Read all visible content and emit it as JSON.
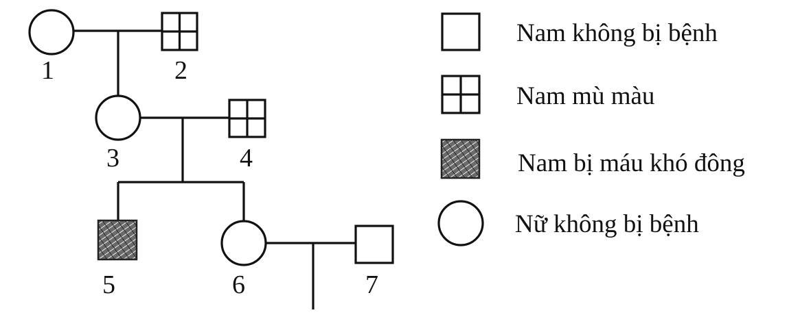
{
  "pedigree": {
    "individuals": [
      {
        "id": "1",
        "label": "1",
        "sex": "female",
        "status": "unaffected"
      },
      {
        "id": "2",
        "label": "2",
        "sex": "male",
        "status": "color-blind"
      },
      {
        "id": "3",
        "label": "3",
        "sex": "female",
        "status": "unaffected"
      },
      {
        "id": "4",
        "label": "4",
        "sex": "male",
        "status": "color-blind"
      },
      {
        "id": "5",
        "label": "5",
        "sex": "male",
        "status": "hemophilia"
      },
      {
        "id": "6",
        "label": "6",
        "sex": "female",
        "status": "unaffected"
      },
      {
        "id": "7",
        "label": "7",
        "sex": "male",
        "status": "unaffected"
      }
    ],
    "couples": [
      {
        "partners": [
          "1",
          "2"
        ],
        "children": [
          "3"
        ]
      },
      {
        "partners": [
          "3",
          "4"
        ],
        "children": [
          "5",
          "6"
        ]
      },
      {
        "partners": [
          "6",
          "7"
        ],
        "children": []
      }
    ]
  },
  "legend": {
    "items": [
      {
        "symbol": "square-empty",
        "label": "Nam không bị bệnh"
      },
      {
        "symbol": "square-cross",
        "label": "Nam mù màu"
      },
      {
        "symbol": "square-hatched",
        "label": "Nam bị máu khó đông"
      },
      {
        "symbol": "circle-empty",
        "label": "Nữ không bị bệnh"
      }
    ]
  }
}
